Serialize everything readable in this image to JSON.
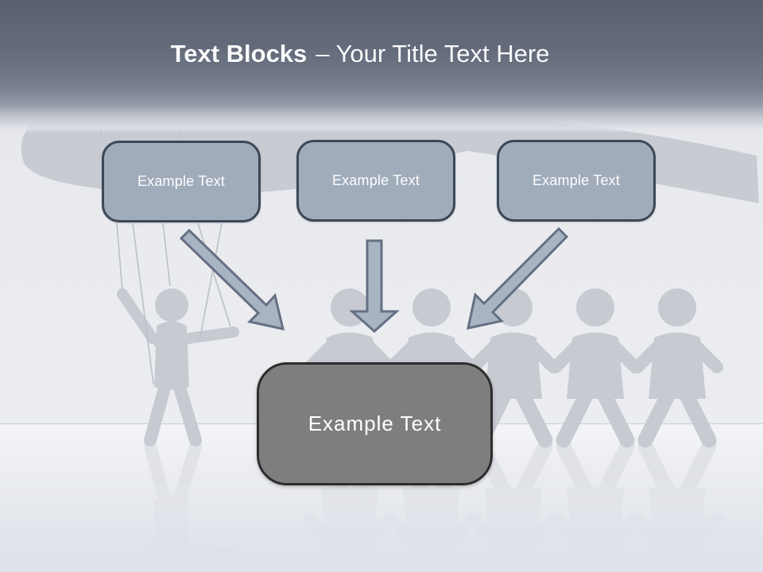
{
  "title": {
    "bold": "Text Blocks",
    "rest": "– Your Title Text Here"
  },
  "boxes": [
    {
      "label": "Example Text"
    },
    {
      "label": "Example Text"
    },
    {
      "label": "Example Text"
    }
  ],
  "result_box": {
    "label": "Example Text"
  },
  "icons": [
    "arrow-down-right-icon",
    "arrow-down-icon",
    "arrow-down-left-icon",
    "hand-arm-silhouette",
    "puppet-figure",
    "paper-chain-figures"
  ],
  "colors": {
    "band_top": "#59606f",
    "box_fill": "#a1acbb",
    "box_border": "#3d4857",
    "arrow_fill": "#a9b4c3",
    "arrow_stroke": "#667084",
    "result_fill": "#7e7e7e",
    "result_border": "#2d2d2d",
    "figure": "#c7cad1",
    "title_text": "#fafbfc"
  }
}
